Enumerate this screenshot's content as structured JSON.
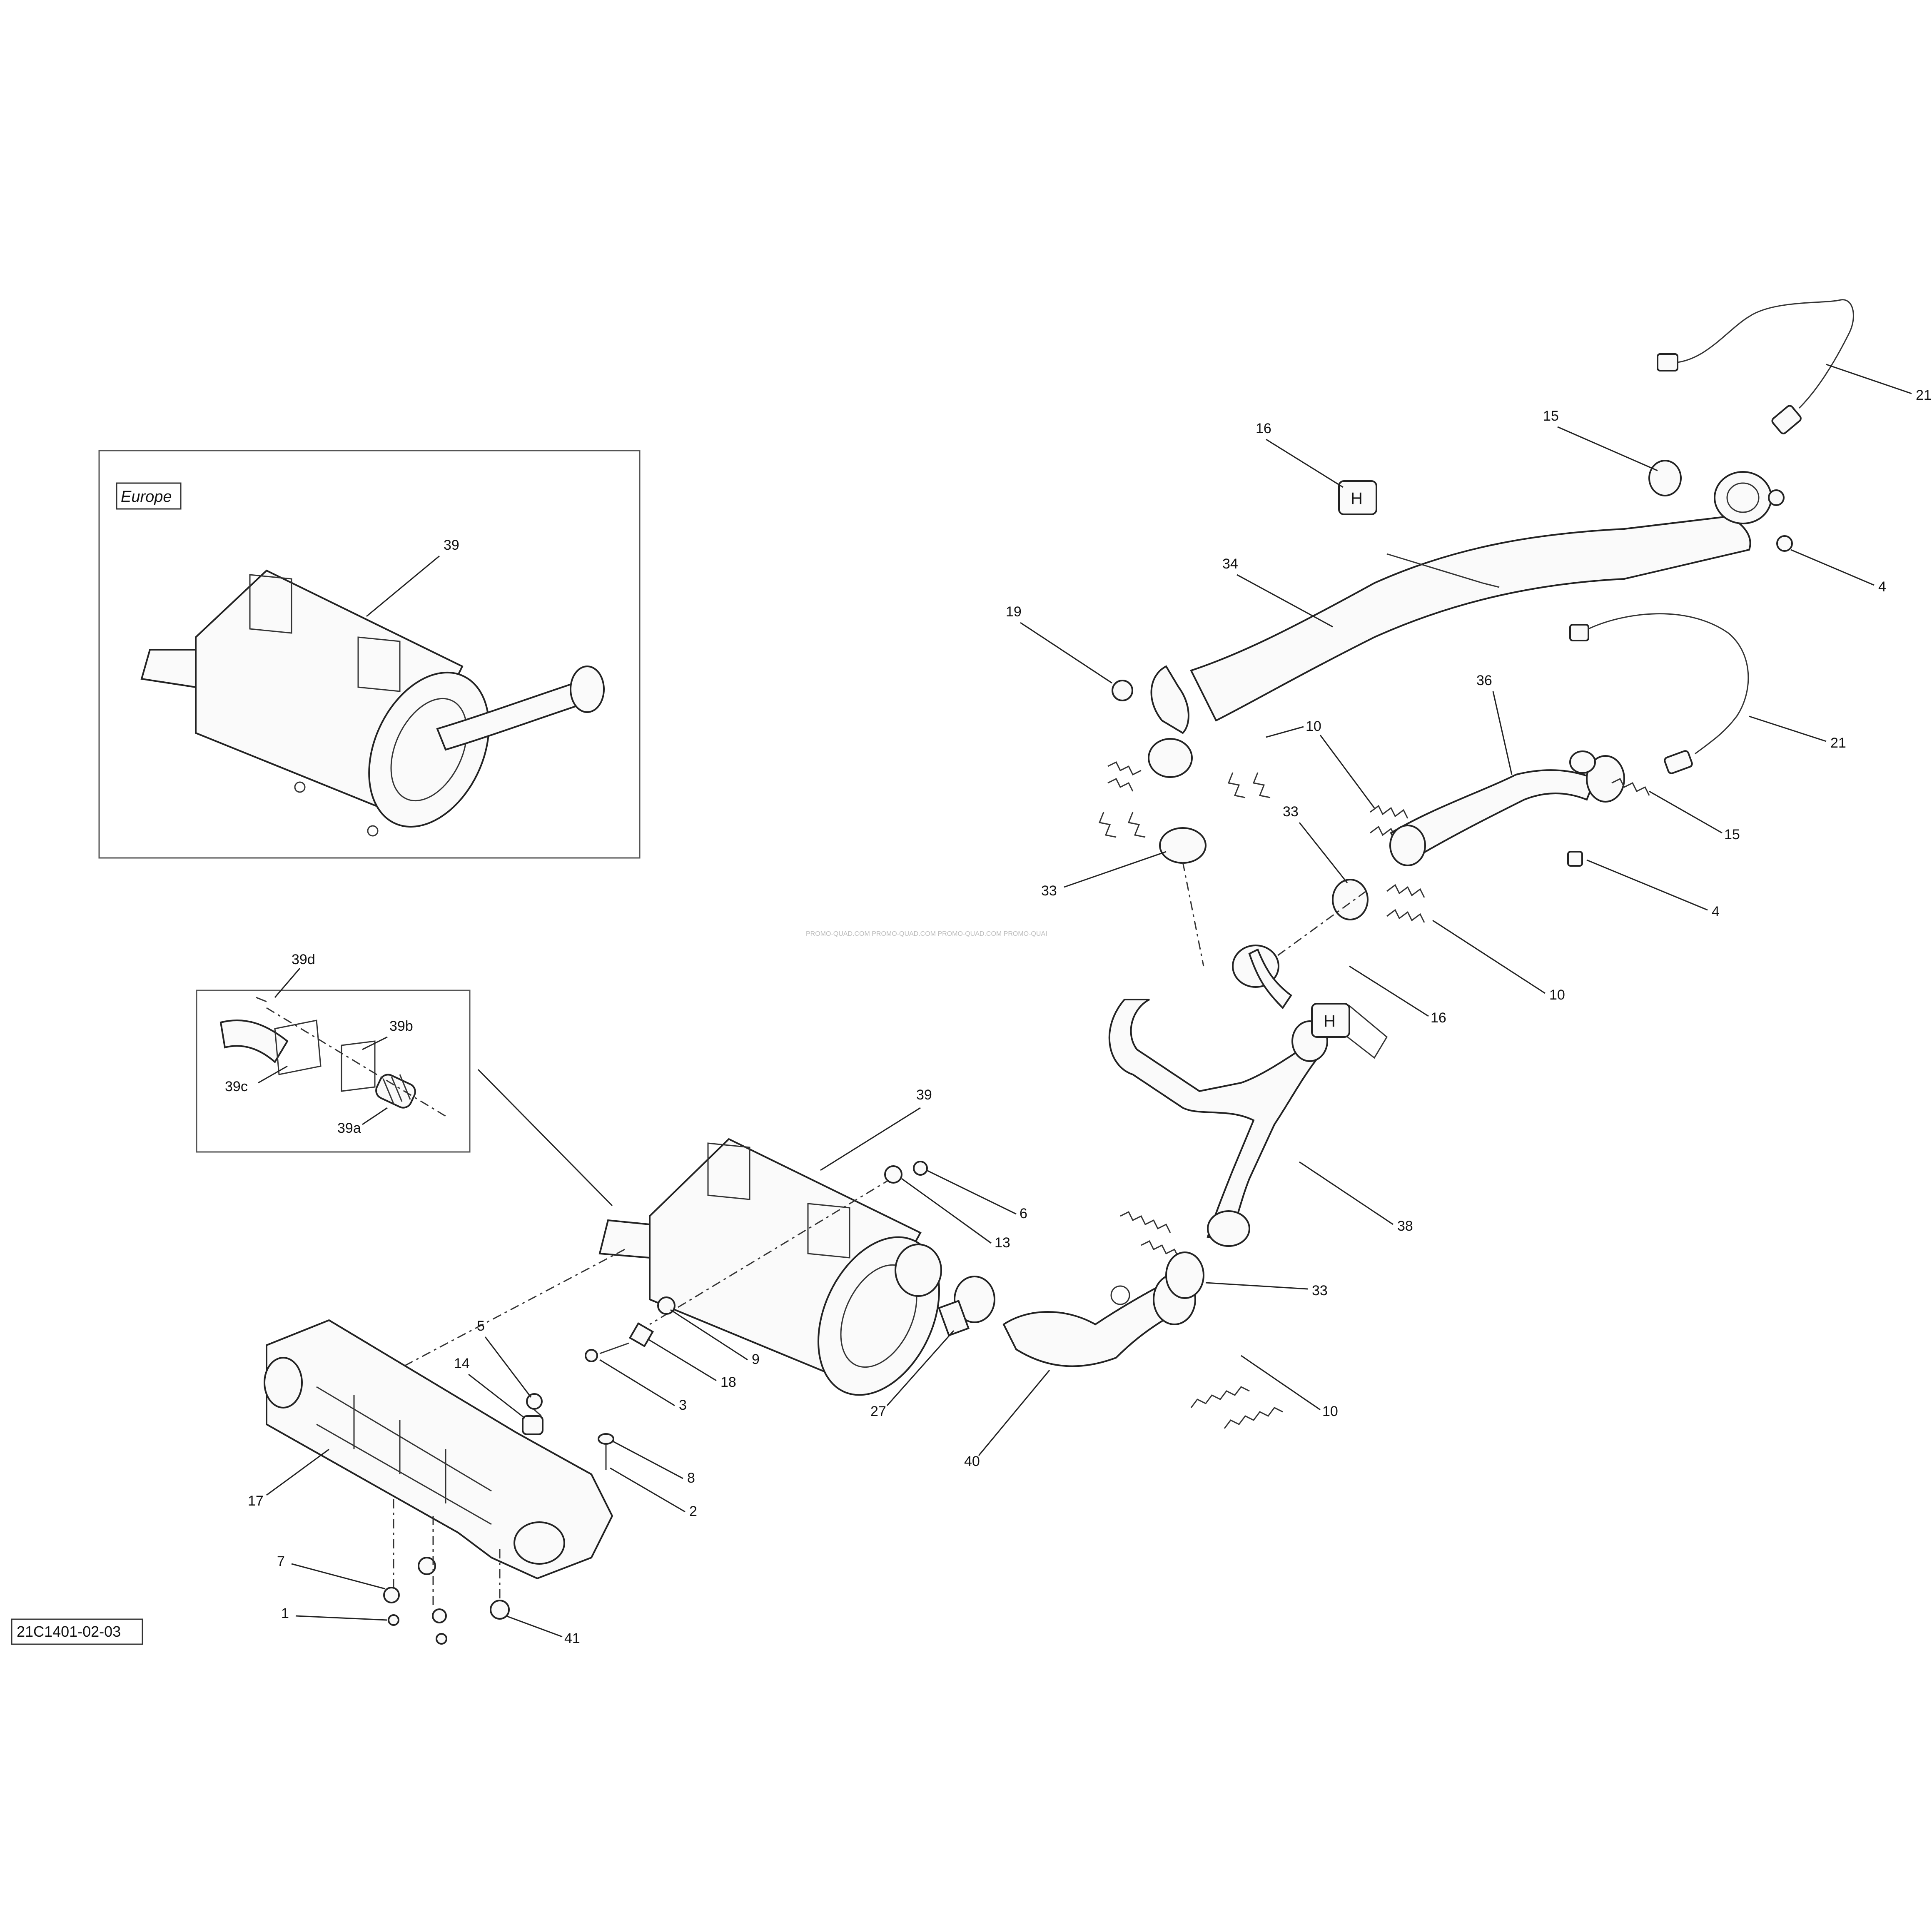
{
  "drawing_number": "21C1401-02-03",
  "inset_europe": {
    "label": "Europe"
  },
  "watermark": "PROMO-QUAD.COM  PROMO-QUAD.COM  PROMO-QUAD.COM  PROMO-QUAI",
  "callouts": {
    "c21_top": "21",
    "c15_top": "15",
    "c16_top": "16",
    "c4_top": "4",
    "c34": "34",
    "c19": "19",
    "c10_top": "10",
    "c21_mid": "21",
    "c36": "36",
    "c15_mid": "15",
    "c33_left": "33",
    "c33_mid": "33",
    "c4_mid": "4",
    "c10_mid": "10",
    "c16_mid": "16",
    "c39_europe": "39",
    "c39d": "39d",
    "c39b": "39b",
    "c39c": "39c",
    "c39a": "39a",
    "c39_main": "39",
    "c6": "6",
    "c13": "13",
    "c38": "38",
    "c33_low": "33",
    "c5": "5",
    "c14": "14",
    "c9": "9",
    "c18": "18",
    "c3": "3",
    "c27": "27",
    "c10_low": "10",
    "c40": "40",
    "c8": "8",
    "c2": "2",
    "c17": "17",
    "c7": "7",
    "c1": "1",
    "c41": "41"
  }
}
